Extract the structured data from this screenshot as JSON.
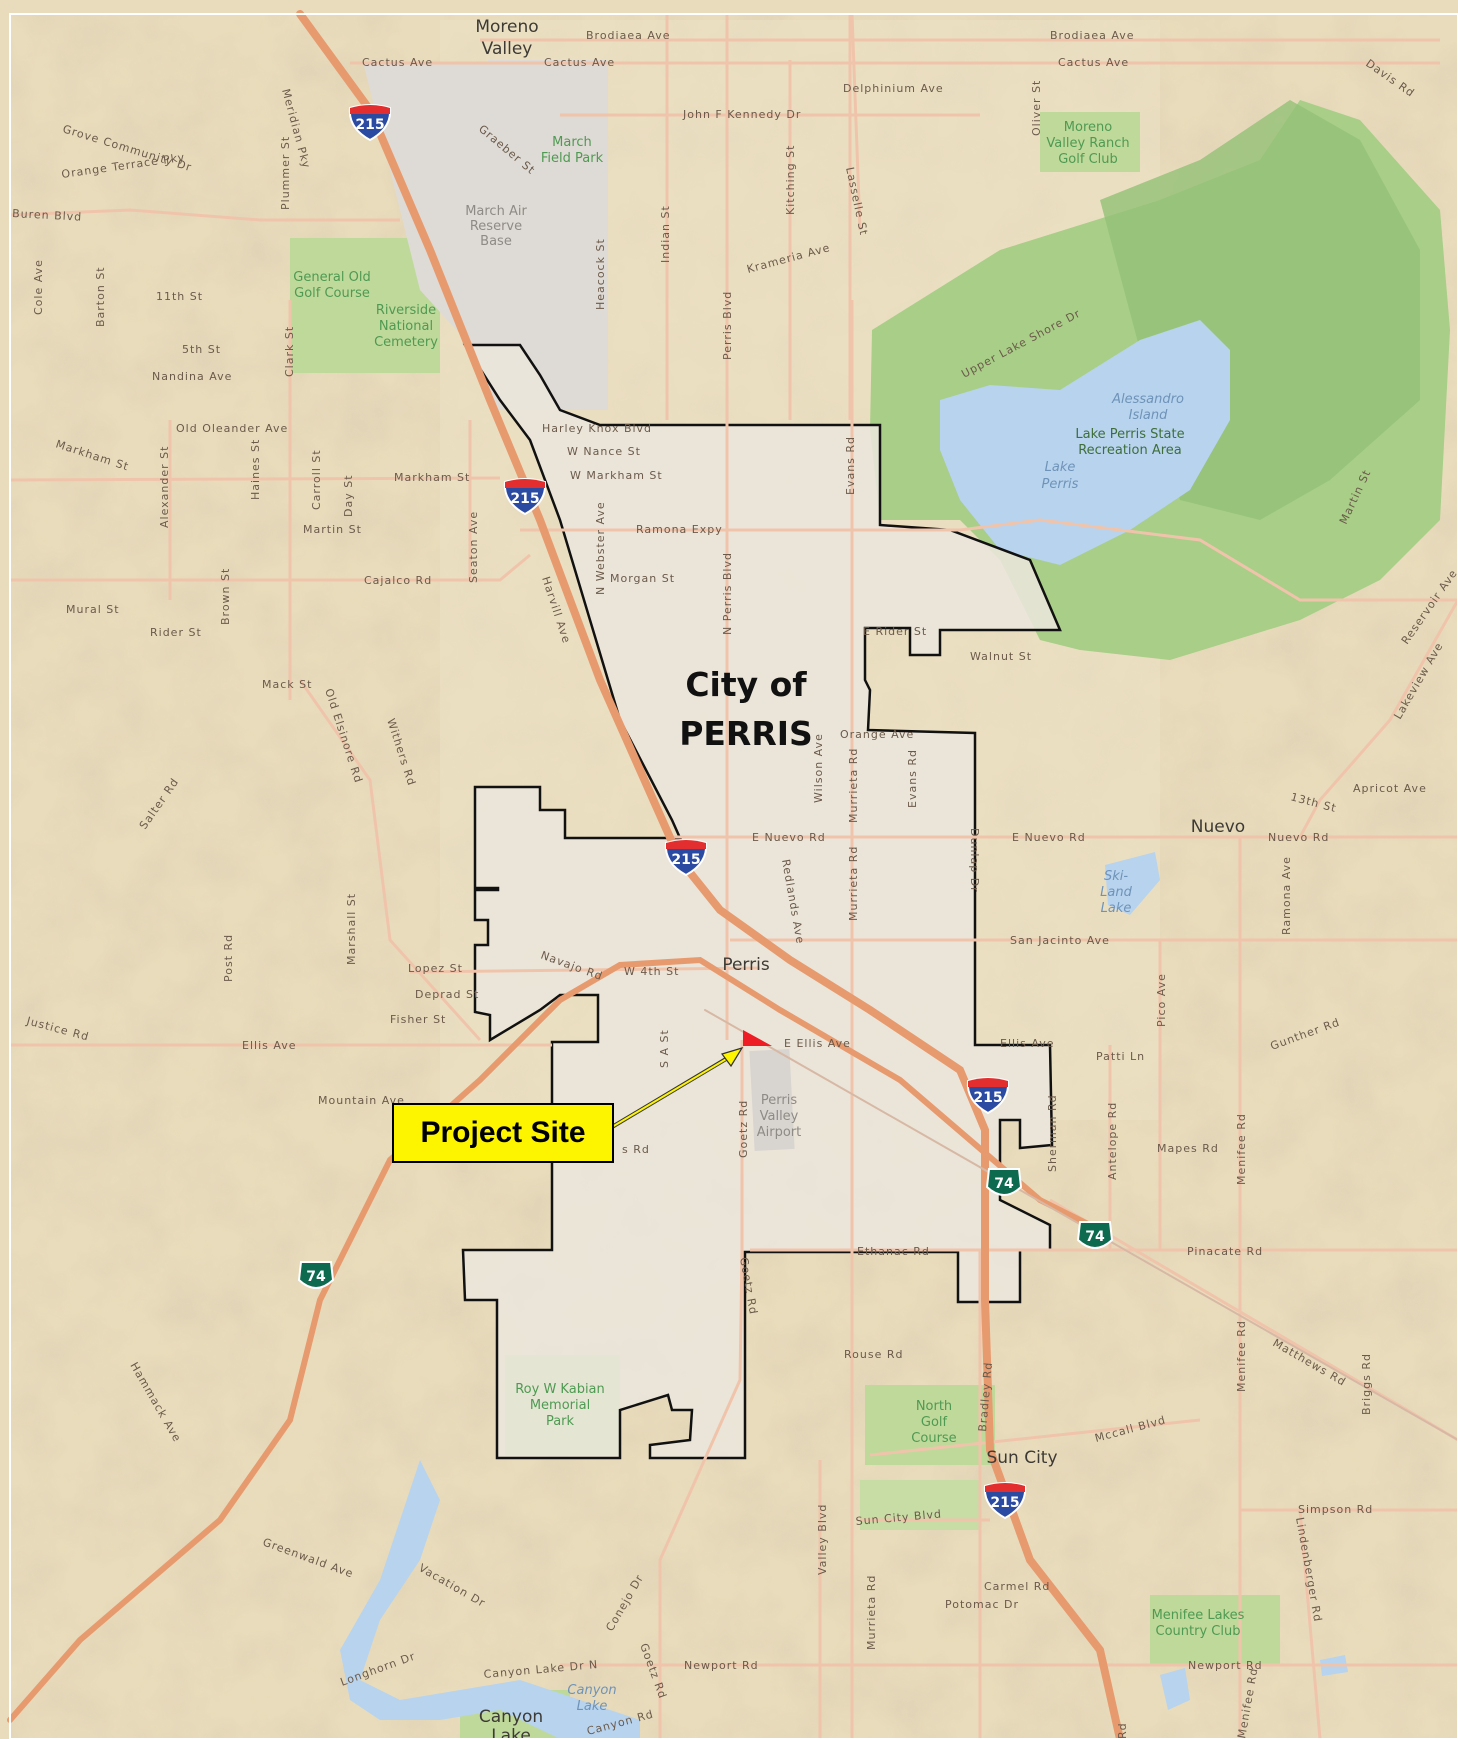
{
  "map": {
    "city_label_line1": "City of",
    "city_label_line2": "PERRIS",
    "project_site_label": "Project Site",
    "interstate_number": "215",
    "state_route_number": "74"
  },
  "places": {
    "moreno_valley_1": "Moreno",
    "moreno_valley_2": "Valley",
    "perris": "Perris",
    "nuevo": "Nuevo",
    "sun_city": "Sun City",
    "canyon_lake_1": "Canyon",
    "canyon_lake_2": "Lake"
  },
  "parks": {
    "march_field_1": "March",
    "march_field_2": "Field Park",
    "march_air_1": "March Air",
    "march_air_2": "Reserve",
    "march_air_3": "Base",
    "general_old_1": "General Old",
    "general_old_2": "Golf Course",
    "riverside_1": "Riverside",
    "riverside_2": "National",
    "riverside_3": "Cemetery",
    "moreno_ranch_1": "Moreno",
    "moreno_ranch_2": "Valley Ranch",
    "moreno_ranch_3": "Golf Club",
    "lake_perris_sra_1": "Lake Perris State",
    "lake_perris_sra_2": "Recreation Area",
    "roy_kabian_1": "Roy W Kabian",
    "roy_kabian_2": "Memorial",
    "roy_kabian_3": "Park",
    "north_golf_1": "North",
    "north_golf_2": "Golf",
    "north_golf_3": "Course",
    "menifee_lakes_1": "Menifee Lakes",
    "menifee_lakes_2": "Country Club",
    "airport_1": "Perris",
    "airport_2": "Valley",
    "airport_3": "Airport"
  },
  "water": {
    "alessandro_1": "Alessandro",
    "alessandro_2": "Island",
    "lake_perris_1": "Lake",
    "lake_perris_2": "Perris",
    "skiland_1": "Ski-",
    "skiland_2": "Land",
    "skiland_3": "Lake",
    "canyon_lake_1": "Canyon",
    "canyon_lake_2": "Lake"
  },
  "roads": {
    "brodiaea_w": "Brodiaea Ave",
    "brodiaea_e": "Brodiaea Ave",
    "cactus_w": "Cactus Ave",
    "cactus_m": "Cactus Ave",
    "cactus_e": "Cactus Ave",
    "delphinium": "Delphinium Ave",
    "jfk": "John F Kennedy Dr",
    "davis": "Davis Rd",
    "grove": "Grove Community Dr",
    "orange_terrace": "Orange Terrace Pky",
    "meridian": "Meridian Pky",
    "plummer": "Plummer St",
    "graeber": "Graeber St",
    "oliver": "Oliver St",
    "kitching": "Kitching St",
    "lasselle": "Lasselle St",
    "indian": "Indian St",
    "heacock": "Heacock St",
    "perris_blvd": "Perris Blvd",
    "krameria": "Krameria Ave",
    "van_buren": "Buren Blvd",
    "cole": "Cole Ave",
    "barton": "Barton St",
    "eleventh": "11th St",
    "fifth": "5th St",
    "clark": "Clark St",
    "nandina": "Nandina Ave",
    "old_oleander": "Old Oleander Ave",
    "markham_w": "Markham St",
    "alexander": "Alexander St",
    "haines": "Haines St",
    "carroll": "Carroll St",
    "day": "Day St",
    "markham": "Markham St",
    "martin": "Martin St",
    "seaton": "Seaton Ave",
    "cajalco": "Cajalco Rd",
    "mural": "Mural St",
    "brown": "Brown St",
    "rider_w": "Rider St",
    "mack": "Mack St",
    "old_elsinore": "Old Elsinore Rd",
    "withers": "Withers Rd",
    "salter": "Salter Rd",
    "harley_knox": "Harley Knox Blvd",
    "nance": "W Nance St",
    "w_markham": "W Markham St",
    "ramona_expy": "Ramona Expy",
    "morgan": "Morgan St",
    "webster": "N Webster Ave",
    "n_perris": "N Perris Blvd",
    "harvill": "Harvill Ave",
    "evans_n": "Evans Rd",
    "e_rider": "E Rider St",
    "walnut": "Walnut St",
    "orange_ave": "Orange Ave",
    "wilson": "Wilson Ave",
    "murrieta_n": "Murrieta Rd",
    "evans_s": "Evans Rd",
    "upper_lake_shore": "Upper Lake Shore Dr",
    "martin_e": "Martin St",
    "reservoir": "Reservoir Ave",
    "lakeview": "Lakeview Ave",
    "apricot": "Apricot Ave",
    "thirteenth": "13th St",
    "e_nuevo_w": "E Nuevo Rd",
    "e_nuevo_e": "E Nuevo Rd",
    "nuevo_rd": "Nuevo Rd",
    "ramona_ave": "Ramona Ave",
    "redlands": "Redlands Ave",
    "murrieta_m": "Murrieta Rd",
    "dunlap": "Dunlap Dr",
    "san_jacinto": "San Jacinto Ave",
    "pico": "Pico Ave",
    "lopez": "Lopez St",
    "navajo": "Navajo Rd",
    "w_4th": "W 4th St",
    "deprad": "Deprad St",
    "fisher": "Fisher St",
    "marshall": "Marshall St",
    "post": "Post Rd",
    "ellis_ave": "Ellis Ave",
    "e_ellis": "E Ellis Ave",
    "ellis_e": "Ellis Ave",
    "justice": "Justice Rd",
    "patti": "Patti Ln",
    "gunther": "Gunther Rd",
    "s_a": "S A St",
    "goetz_m": "Goetz Rd",
    "mountain": "Mountain Ave",
    "mapes_w": "s Rd",
    "mapes": "Mapes Rd",
    "menifee_n": "Menifee Rd",
    "antelope": "Antelope Rd",
    "sherman": "Sherman Rd",
    "ethanac": "Ethanac Rd",
    "pinacate": "Pinacate Rd",
    "goetz_s": "Goetz Rd",
    "rouse": "Rouse Rd",
    "bradley": "Bradley Rd",
    "menifee_s": "Menifee Rd",
    "matthews": "Matthews Rd",
    "briggs": "Briggs Rd",
    "mccall": "Mccall Blvd",
    "simpson": "Simpson Rd",
    "lindenberger": "Lindenberger Rd",
    "hammack": "Hammack Ave",
    "greenwald": "Greenwald Ave",
    "vacation": "Vacation Dr",
    "longhorn": "Longhorn Dr",
    "valley_blvd": "Valley Blvd",
    "sun_city_blvd": "Sun City Blvd",
    "murrieta_s": "Murrieta Rd",
    "carmel": "Carmel Rd",
    "potomac": "Potomac Dr",
    "conejo": "Conejo Dr",
    "canyon_lake_dr": "Canyon Lake Dr N",
    "goetz_bottom": "Goetz Rd",
    "canyon_rd": "Canyon Rd",
    "newport_w": "Newport Rd",
    "newport_e": "Newport Rd",
    "menifee_bottom": "Menifee Rd",
    "haun_bottom": "Rd"
  },
  "colors": {
    "background": "#e9dcbc",
    "city_fill": "#ebe6dc",
    "park": "#a9cf8a",
    "lake": "#b7d3ee",
    "road": "#f0c4ab",
    "freeway": "#e79a6e",
    "callout": "#fdf400",
    "site_marker": "#ee1c24"
  }
}
